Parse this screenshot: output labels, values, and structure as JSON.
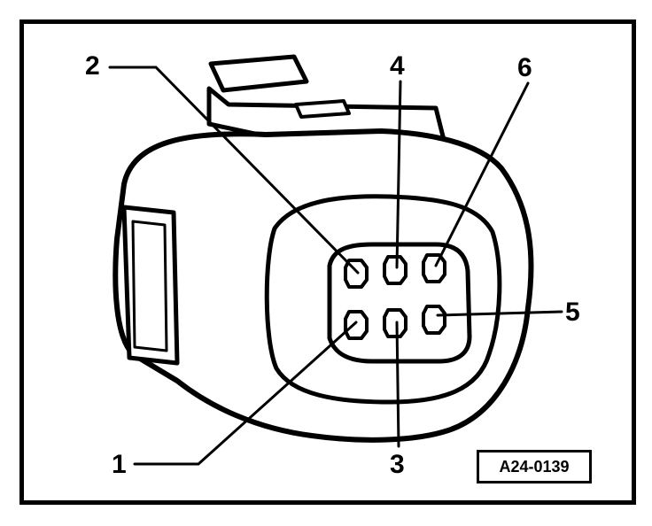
{
  "figure": {
    "reference": "A24-0139",
    "pin_labels": {
      "pin1": "1",
      "pin2": "2",
      "pin3": "3",
      "pin4": "4",
      "pin5": "5",
      "pin6": "6"
    }
  }
}
